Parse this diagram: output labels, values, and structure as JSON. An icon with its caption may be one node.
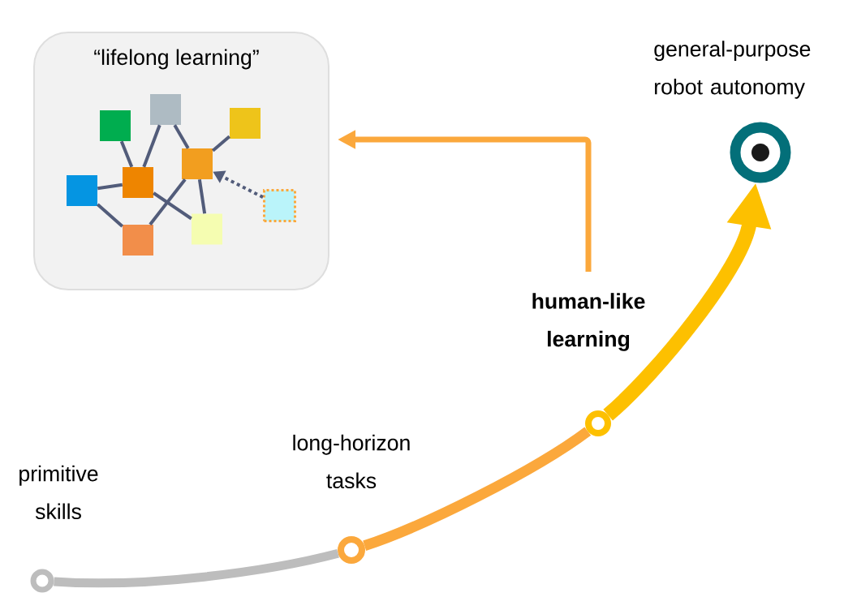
{
  "diagram": {
    "nodes": [
      {
        "text": [
          "“lifelong learning”"
        ]
      },
      {
        "text": [],
        "shape": "box",
        "in": 0
      },
      {
        "text": [],
        "shape": "box",
        "in": 0
      },
      {
        "text": [],
        "shape": "box",
        "in": 0
      },
      {
        "text": [],
        "shape": "box",
        "in": 0
      },
      {
        "text": [],
        "shape": "box",
        "in": 0
      },
      {
        "text": [],
        "shape": "box",
        "in": 0
      },
      {
        "text": [],
        "shape": "box",
        "in": 0
      },
      {
        "text": [],
        "shape": "box",
        "in": 0
      },
      {
        "text": [],
        "shape": "box",
        "in": 0
      },
      {
        "text": [],
        "shape": "circle",
        "beside": [
          "primitive skills"
        ]
      },
      {
        "text": [],
        "shape": "circle",
        "beside": [
          "long-horizon tasks"
        ]
      },
      {
        "text": [],
        "shape": "circle"
      },
      {
        "text": [
          "human-like learning"
        ]
      },
      {
        "text": [],
        "shape": "circle",
        "beside": [
          "general-purpose robot autonomy"
        ]
      }
    ],
    "edges": [
      {
        "from": 3,
        "to": 5,
        "arrow": "none"
      },
      {
        "from": 1,
        "to": 5,
        "arrow": "none"
      },
      {
        "from": 1,
        "to": 4,
        "arrow": "none"
      },
      {
        "from": 2,
        "to": 4,
        "arrow": "none"
      },
      {
        "from": 6,
        "to": 5,
        "arrow": "none"
      },
      {
        "from": 6,
        "to": 9,
        "arrow": "none"
      },
      {
        "from": 5,
        "to": 8,
        "arrow": "none"
      },
      {
        "from": 4,
        "to": 9,
        "arrow": "none"
      },
      {
        "from": 4,
        "to": 8,
        "arrow": "none"
      },
      {
        "from": 7,
        "to": 4,
        "arrow": "to",
        "style": "dashed"
      },
      {
        "from": 10,
        "to": 11,
        "arrow": "none",
        "style": "thick",
        "color": "#bdbdbd"
      },
      {
        "from": 11,
        "to": 12,
        "arrow": "none",
        "style": "thick",
        "color": "#fba83c"
      },
      {
        "from": 12,
        "to": 14,
        "arrow": "to",
        "style": "thick",
        "color": "#fdc000"
      },
      {
        "from": 13,
        "to": 0,
        "arrow": "to",
        "color": "#fba83c"
      }
    ]
  }
}
